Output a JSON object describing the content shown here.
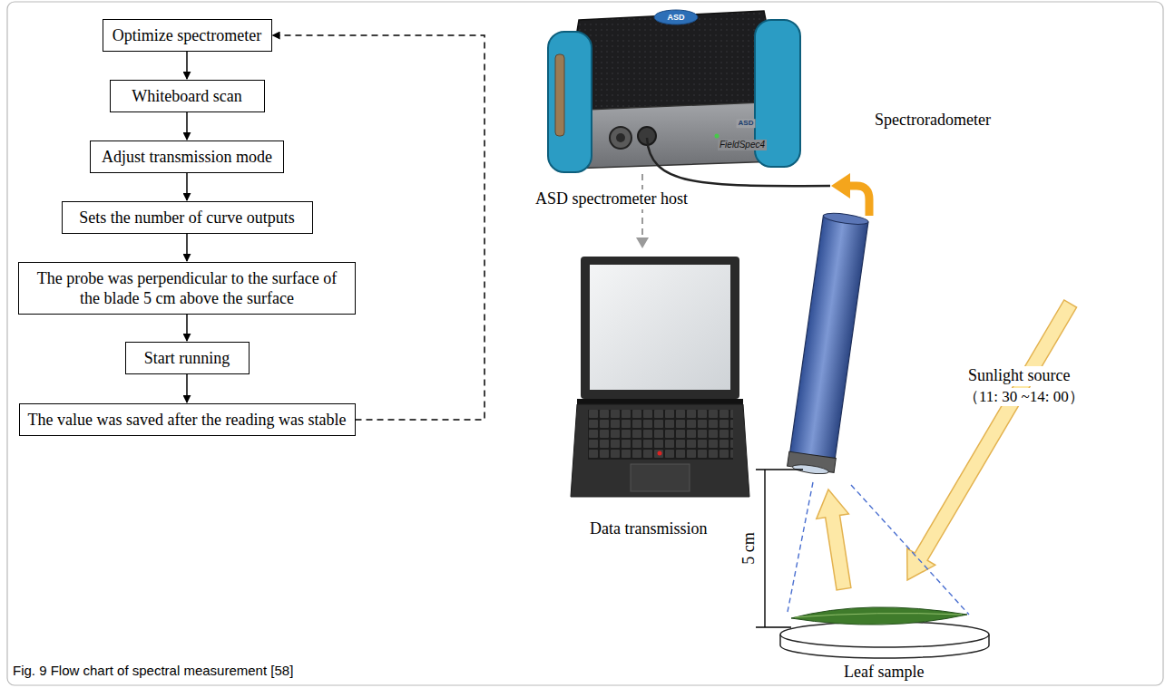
{
  "diagram": {
    "caption": "Fig. 9 Flow chart of spectral measurement [58]",
    "nodes": [
      {
        "text": [
          "Optimize spectrometer"
        ]
      },
      {
        "text": [
          "Whiteboard scan"
        ]
      },
      {
        "text": [
          "Adjust transmission mode"
        ]
      },
      {
        "text": [
          "Sets the number of curve outputs"
        ]
      },
      {
        "text": [
          "The probe was perpendicular to the surface of the blade 5 cm above the surface"
        ]
      },
      {
        "text": [
          "Start running"
        ]
      },
      {
        "text": [
          "The value was saved after the reading was stable"
        ]
      }
    ],
    "edges": [
      {
        "from": 0,
        "to": 1,
        "arrow": "to"
      },
      {
        "from": 1,
        "to": 2,
        "arrow": "to"
      },
      {
        "from": 2,
        "to": 3,
        "arrow": "to"
      },
      {
        "from": 3,
        "to": 4,
        "arrow": "to"
      },
      {
        "from": 4,
        "to": 5,
        "arrow": "to"
      },
      {
        "from": 5,
        "to": 6,
        "arrow": "to"
      },
      {
        "from": 6,
        "to": 0,
        "arrow": "to"
      }
    ],
    "labels": [
      "ASD",
      "ASD",
      "FieldSpec4",
      "ASD spectrometer host",
      "Spectroradometer",
      "Data transmission",
      "Sunlight source",
      "（11: 30 ~14: 00）",
      "5 cm",
      "Leaf sample"
    ]
  }
}
